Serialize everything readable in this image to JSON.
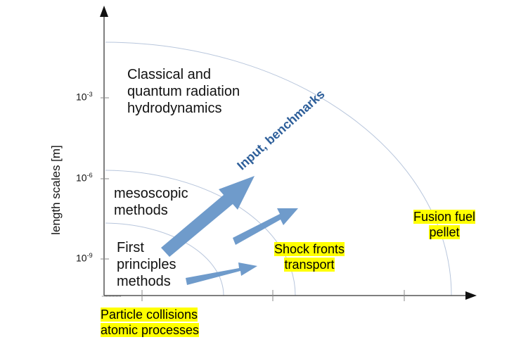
{
  "y_axis_label": "length scales [m]",
  "y_ticks": [
    {
      "base": "10",
      "exp": "-3"
    },
    {
      "base": "10",
      "exp": "-6"
    },
    {
      "base": "10",
      "exp": "-9"
    }
  ],
  "regions": {
    "classical": [
      "Classical and",
      "quantum radiation",
      "hydrodynamics"
    ],
    "mesoscopic": [
      "mesoscopic",
      "methods"
    ],
    "first_principles": [
      "First",
      "principles",
      "methods"
    ]
  },
  "arrow_label": "Input, benchmarks",
  "highlights": {
    "particle": [
      "Particle collisions",
      "atomic processes"
    ],
    "shock": [
      "Shock fronts",
      "transport"
    ],
    "fusion": [
      "Fusion fuel",
      "pellet"
    ]
  },
  "colors": {
    "arrow": "#6f9bcb",
    "arrow_label": "#2e5f9a",
    "highlight": "#ffff00",
    "arc": "#b8c6dc"
  }
}
